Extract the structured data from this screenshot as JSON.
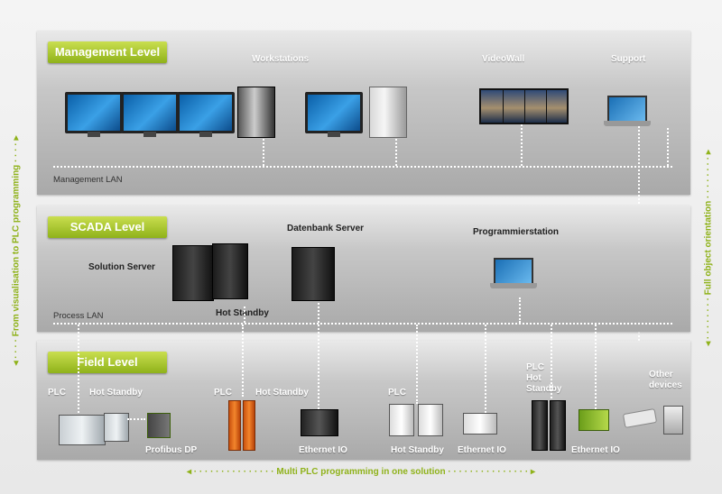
{
  "levels": {
    "management": {
      "title": "Management Level",
      "lan": "Management LAN",
      "labels": {
        "workstations": "Workstations",
        "videowall": "VideoWall",
        "support": "Support"
      }
    },
    "scada": {
      "title": "SCADA Level",
      "lan": "Process LAN",
      "labels": {
        "solution_server": "Solution Server",
        "datenbank_server": "Datenbank Server",
        "programmierstation": "Programmierstation",
        "hot_standby": "Hot Standby"
      }
    },
    "field": {
      "title": "Field Level",
      "labels": {
        "g1_plc": "PLC",
        "g1_hot_standby": "Hot Standby",
        "g1_profibus": "Profibus DP",
        "g2_plc": "PLC",
        "g2_hot_standby": "Hot Standby",
        "g2_ethernet": "Ethernet IO",
        "g3_plc": "PLC",
        "g3_hot_standby": "Hot Standby",
        "g3_ethernet": "Ethernet IO",
        "g4_plc_hot_standby_line1": "PLC",
        "g4_plc_hot_standby_line2": "Hot",
        "g4_plc_hot_standby_line3": "Standby",
        "g4_ethernet": "Ethernet IO",
        "other_line1": "Other",
        "other_line2": "devices"
      }
    }
  },
  "side_labels": {
    "left": "From visualisation to PLC programming",
    "right": "Full object orientation",
    "bottom": "Multi PLC programming in one solution"
  },
  "colors": {
    "accent": "#8fb21a",
    "badge_top": "#c9de4f",
    "badge_bottom": "#8fb21a"
  }
}
